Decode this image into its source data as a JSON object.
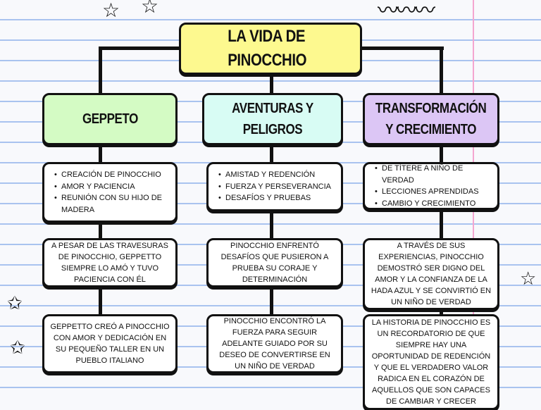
{
  "title": "LA VIDA DE PINOCCHIO",
  "colors": {
    "title": "#fdf98f",
    "geppeto": "#d4fbc4",
    "aventuras": "#d8fcf4",
    "transformacion": "#dcc6f5"
  },
  "columns": [
    {
      "header": "GEPPETO",
      "bullets": [
        "CREACIÓN DE PINOCCHIO",
        "AMOR Y PACIENCIA",
        "REUNIÓN CON SU HIJO DE MADERA"
      ],
      "description": "A PESAR DE LAS TRAVESURAS DE PINOCCHIO, GEPPETTO SIEMPRE LO AMÓ Y TUVO PACIENCIA CON ÉL",
      "detail": "GEPPETTO CREÓ A PINOCCHIO CON AMOR Y DEDICACIÓN EN SU PEQUEÑO TALLER EN UN PUEBLO ITALIANO"
    },
    {
      "header": "AVENTURAS Y PELIGROS",
      "bullets": [
        "AMISTAD Y REDENCIÓN",
        "FUERZA Y PERSEVERANCIA",
        "DESAFÍOS Y PRUEBAS"
      ],
      "description": "PINOCCHIO ENFRENTÓ DESAFÍOS QUE PUSIERON A PRUEBA SU CORAJE Y DETERMINACIÓN",
      "detail": "PINOCCHIO ENCONTRÓ LA FUERZA PARA SEGUIR ADELANTE GUIADO POR SU DESEO DE CONVERTIRSE EN UN NIÑO DE VERDAD"
    },
    {
      "header": "TRANSFORMACIÓN Y CRECIMIENTO",
      "bullets": [
        "DE TÍTERE A NIÑO DE VERDAD",
        "LECCIONES APRENDIDAS",
        "CAMBIO Y CRECIMIENTO"
      ],
      "description": "A TRAVÉS DE SUS EXPERIENCIAS, PINOCCHIO DEMOSTRÓ SER DIGNO DEL AMOR Y LA CONFIANZA DE LA HADA AZUL Y SE CONVIRTIÓ EN UN NIÑO DE VERDAD",
      "detail": "LA HISTORIA DE PINOCCHIO ES UN RECORDATORIO DE QUE SIEMPRE HAY UNA OPORTUNIDAD DE REDENCIÓN Y QUE EL VERDADERO VALOR RADICA EN EL CORAZÓN DE AQUELLOS QUE SON CAPACES DE CAMBIAR Y CRECER"
    }
  ]
}
